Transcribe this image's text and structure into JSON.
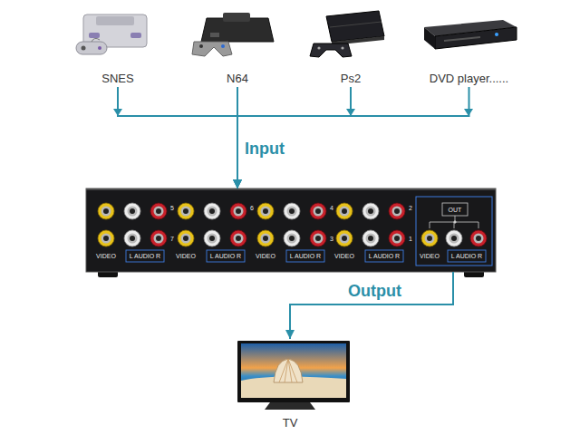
{
  "diagram": {
    "nodes": [
      {
        "text": [
          "SNES"
        ]
      },
      {
        "text": [
          "N64"
        ]
      },
      {
        "text": [
          "Ps2"
        ]
      },
      {
        "text": [
          "DVD player......"
        ]
      },
      {
        "text": [
          "5",
          "6",
          "4",
          "2",
          "7",
          "3",
          "1",
          "OUT",
          "VIDEO",
          "L AUDIO R",
          "VIDEO",
          "L AUDIO R",
          "VIDEO",
          "L AUDIO R",
          "VIDEO",
          "L AUDIO R",
          "VIDEO",
          "L AUDIO R"
        ]
      },
      {
        "text": [
          "TV"
        ]
      }
    ],
    "edges": [
      {
        "from": 0,
        "to": 4,
        "arrow": "to"
      },
      {
        "from": 1,
        "to": 4,
        "arrow": "to"
      },
      {
        "from": 2,
        "to": 4,
        "arrow": "to"
      },
      {
        "from": 3,
        "to": 4,
        "arrow": "to"
      },
      {
        "from": 4,
        "to": 5,
        "label": "Output",
        "arrow": "to"
      }
    ],
    "labels": [
      "Input"
    ]
  }
}
